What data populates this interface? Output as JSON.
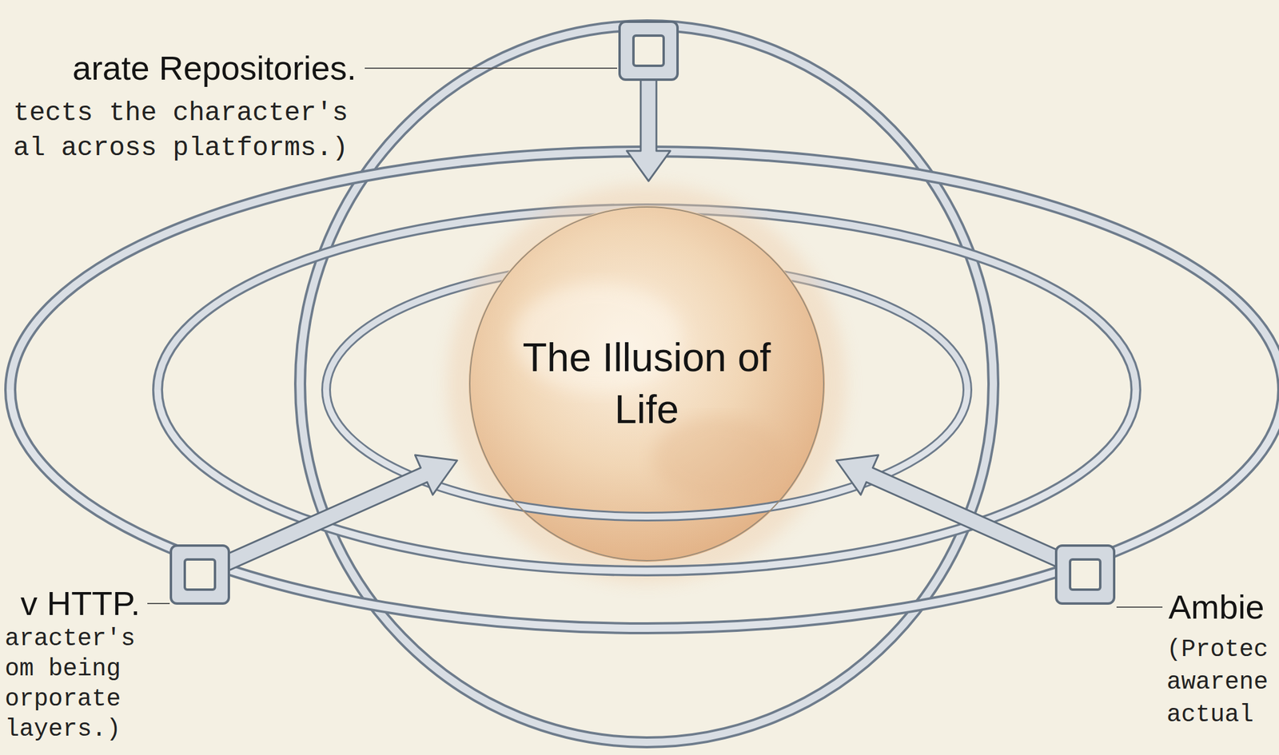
{
  "diagram": {
    "nodes": [
      {
        "text": [
          "The Illusion of Life"
        ]
      }
    ],
    "labels": [
      "arate Repositories.",
      "tects the character's al across platforms.)",
      "v HTTP.",
      "aracter's om being orporate layers.)",
      "Ambie",
      "(Protec awarene actual"
    ]
  }
}
